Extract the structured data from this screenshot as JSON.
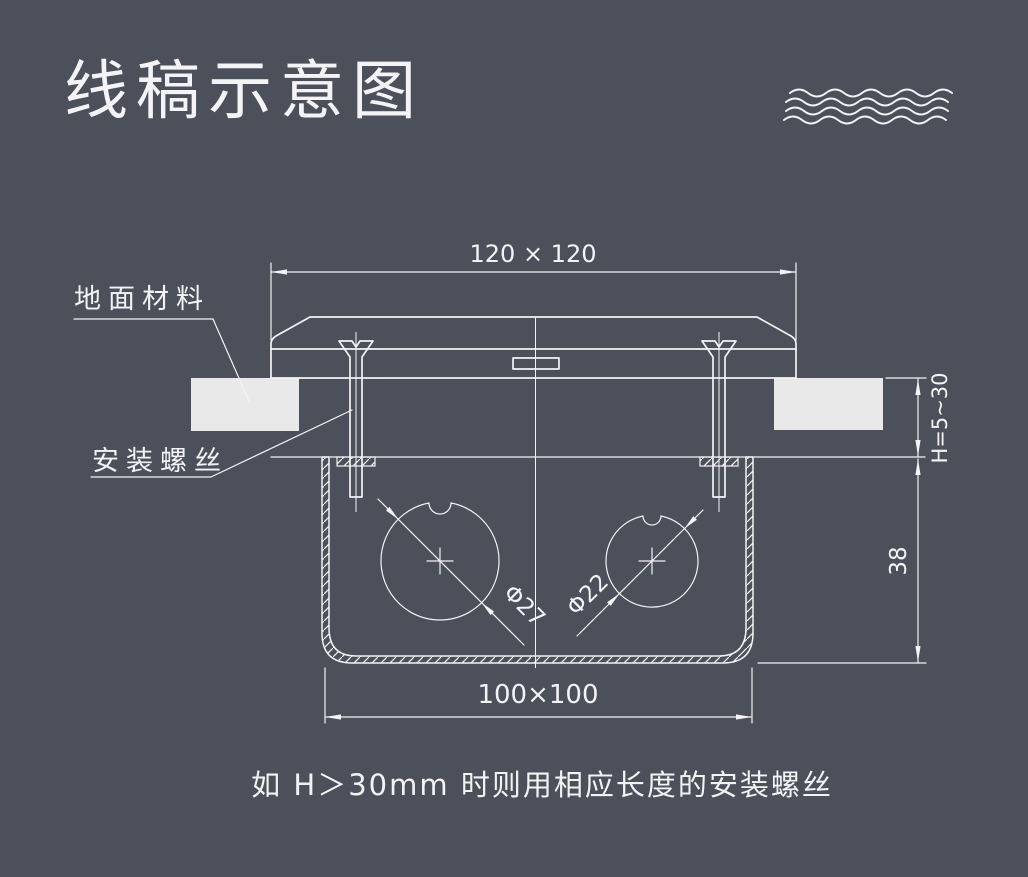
{
  "title": "线稿示意图",
  "labels": {
    "floor_material": "地面材料",
    "mounting_screw": "安装螺丝"
  },
  "dimensions": {
    "cover_size": "120 × 120",
    "box_size": "100×100",
    "floor_thickness": "H=5~30",
    "box_depth": "38",
    "hole_large": "Φ27",
    "hole_small": "Φ22"
  },
  "note": "如 H＞30mm 时则用相应长度的安装螺丝",
  "icons": {
    "decoration": "wave-lines"
  },
  "colors": {
    "background": "#4b505b",
    "line": "#f3f3f4",
    "floor_block": "#e9e9ea"
  }
}
